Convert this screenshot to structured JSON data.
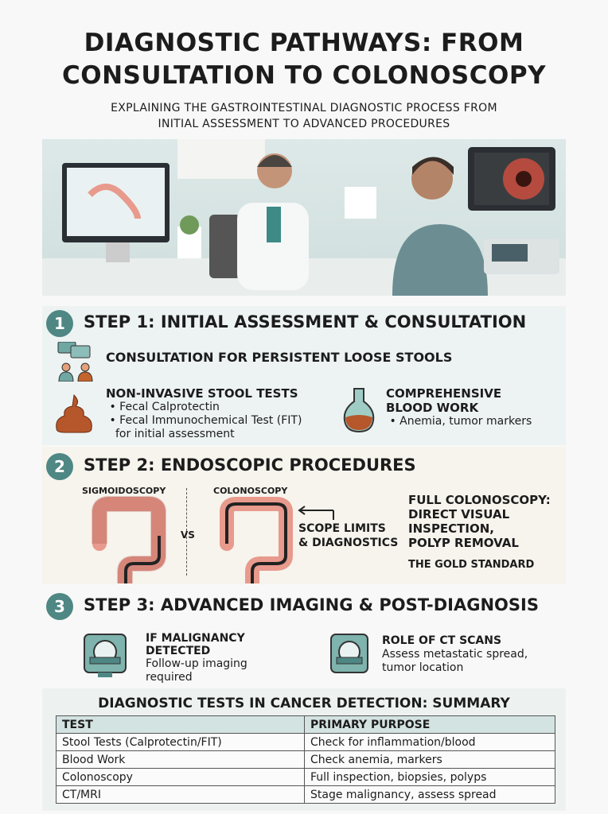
{
  "title": [
    "DIAGNOSTIC PATHWAYS: FROM",
    "CONSULTATION TO COLONOSCOPY"
  ],
  "subtitle": [
    "EXPLAINING THE GASTROINTESTINAL DIAGNOSTIC PROCESS FROM",
    "INITIAL ASSESSMENT TO ADVANCED PROCEDURES"
  ],
  "colors": {
    "teal": "#4e8784",
    "rust": "#b5562b",
    "colon": "#e89a8c"
  },
  "step1": {
    "number": "1",
    "title": "STEP 1: INITIAL ASSESSMENT & CONSULTATION",
    "consultation": "CONSULTATION FOR PERSISTENT LOOSE STOOLS",
    "stool": {
      "heading": "NON-INVASIVE STOOL TESTS",
      "bullets": [
        "Fecal Calprotectin",
        "Fecal Immunochemical Test (FIT)"
      ],
      "note": "for initial assessment"
    },
    "blood": {
      "heading": [
        "COMPREHENSIVE",
        "BLOOD WORK"
      ],
      "bullets": [
        "Anemia, tumor markers"
      ]
    }
  },
  "step2": {
    "number": "2",
    "title": "STEP 2: ENDOSCOPIC PROCEDURES",
    "sigmoidoscopy": "SIGMOIDOSCOPY",
    "colonoscopy": "COLONOSCOPY",
    "vs": "VS",
    "scope_note": [
      "SCOPE LIMITS",
      "& DIAGNOSTICS"
    ],
    "full": [
      "FULL COLONOSCOPY:",
      "DIRECT VISUAL",
      "INSPECTION,",
      "POLYP REMOVAL"
    ],
    "gold": "THE GOLD STANDARD"
  },
  "step3": {
    "number": "3",
    "title": "STEP 3: ADVANCED IMAGING & POST-DIAGNOSIS",
    "malignancy": {
      "heading": [
        "IF MALIGNANCY",
        "DETECTED"
      ],
      "text": [
        "Follow-up imaging",
        "required"
      ]
    },
    "ct": {
      "heading": "ROLE OF CT SCANS",
      "text": [
        "Assess metastatic spread,",
        "tumor location"
      ]
    }
  },
  "summary": {
    "title": "DIAGNOSTIC TESTS IN CANCER DETECTION: SUMMARY",
    "headers": [
      "TEST",
      "PRIMARY PURPOSE"
    ],
    "rows": [
      [
        "Stool Tests (Calprotectin/FIT)",
        "Check for inflammation/blood"
      ],
      [
        "Blood Work",
        "Check anemia, markers"
      ],
      [
        "Colonoscopy",
        "Full inspection, biopsies, polyps"
      ],
      [
        "CT/MRI",
        "Stage malignancy, assess spread"
      ]
    ]
  }
}
